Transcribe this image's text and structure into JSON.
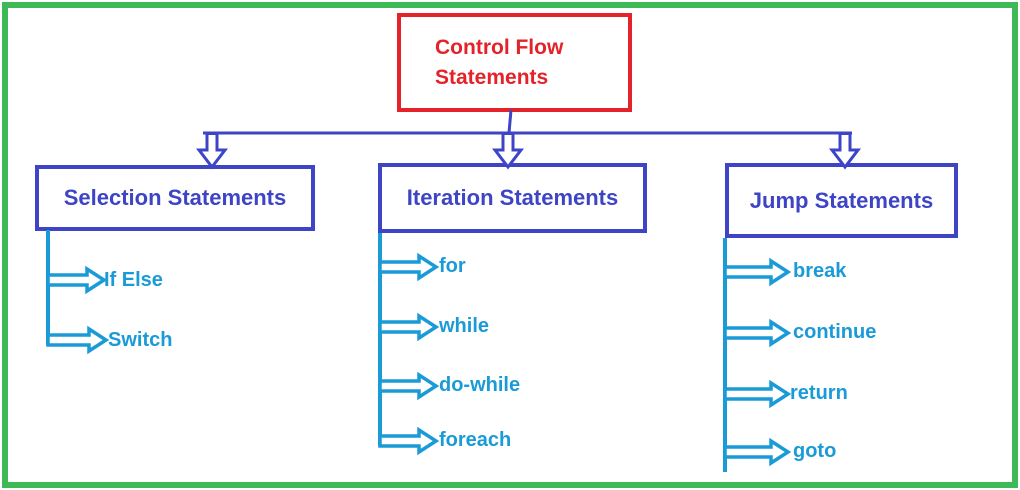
{
  "diagram": {
    "title": "Control Flow Statements",
    "root": {
      "label": "Control Flow\nStatements"
    },
    "branches": [
      {
        "label": "Selection Statements",
        "items": [
          "If Else",
          "Switch"
        ]
      },
      {
        "label": "Iteration Statements",
        "items": [
          "for",
          "while",
          "do-while",
          "foreach"
        ]
      },
      {
        "label": "Jump Statements",
        "items": [
          "break",
          "continue",
          "return",
          "goto"
        ]
      }
    ],
    "colors": {
      "green": "#3dba55",
      "red": "#e4222a",
      "blue": "#3e44c6",
      "cyan": "#1a9bd7"
    }
  }
}
